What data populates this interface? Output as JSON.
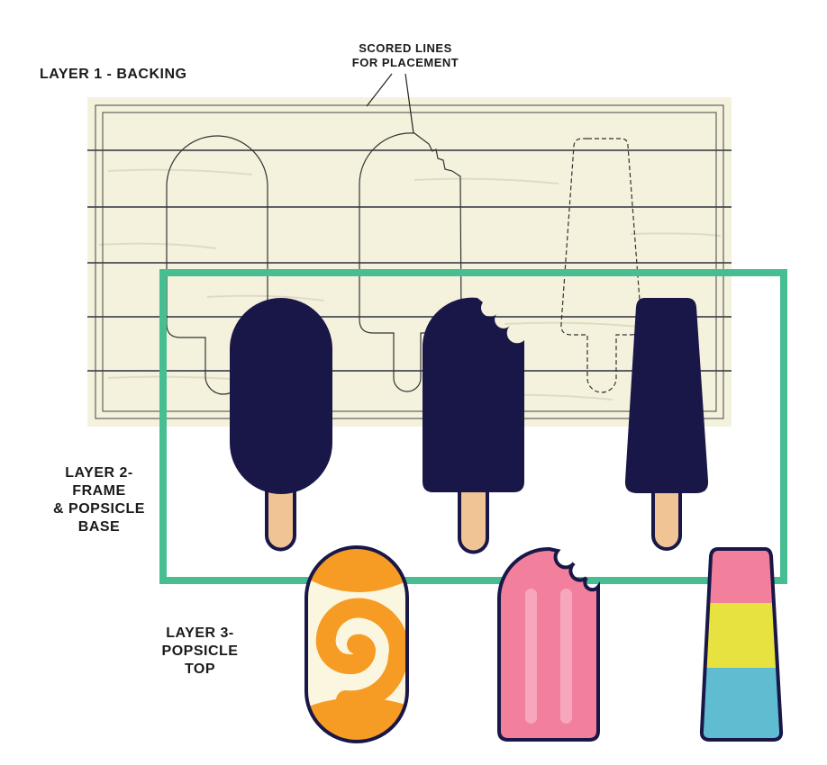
{
  "labels": {
    "layer1": "LAYER 1 - BACKING",
    "scored": [
      "SCORED LINES",
      "FOR PLACEMENT"
    ],
    "layer2": [
      "LAYER 2-",
      "FRAME",
      "& POPSICLE",
      "BASE"
    ],
    "layer3": [
      "LAYER 3-",
      "POPSICLE",
      "TOP"
    ]
  },
  "colors": {
    "wood": "#f4f2dc",
    "plank_line": "#5f6066",
    "frame": "#47bd92",
    "base": "#181748",
    "stick": "#f0c494",
    "orange": "#f69c24",
    "cream": "#fbf6df",
    "pink": "#f27f9c",
    "pink_stripe": "#f7a7bb",
    "yellow": "#e7e23f",
    "blue": "#60bcd0"
  }
}
